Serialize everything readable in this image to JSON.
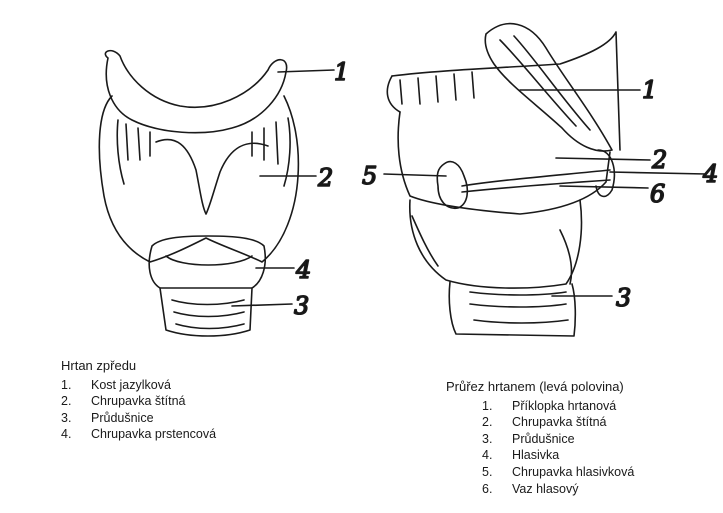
{
  "front_view": {
    "title": "Hrtan zpředu",
    "items": [
      {
        "number": "1.",
        "label": "Kost jazylková"
      },
      {
        "number": "2.",
        "label": "Chrupavka štítná"
      },
      {
        "number": "3.",
        "label": "Průdušnice"
      },
      {
        "number": "4.",
        "label": "Chrupavka prstencová"
      }
    ],
    "callouts": [
      "1",
      "2",
      "4",
      "3"
    ]
  },
  "cross_section": {
    "title": "Průřez hrtanem  (levá polovina)",
    "items": [
      {
        "number": "1.",
        "label": "Příklopka hrtanová"
      },
      {
        "number": "2.",
        "label": "Chrupavka štítná"
      },
      {
        "number": "3.",
        "label": "Průdušnice"
      },
      {
        "number": "4.",
        "label": "Hlasivka"
      },
      {
        "number": "5.",
        "label": "Chrupavka hlasivková"
      },
      {
        "number": "6.",
        "label": "Vaz hlasový"
      }
    ],
    "callouts": [
      "1",
      "2",
      "4",
      "6",
      "5",
      "3"
    ]
  }
}
